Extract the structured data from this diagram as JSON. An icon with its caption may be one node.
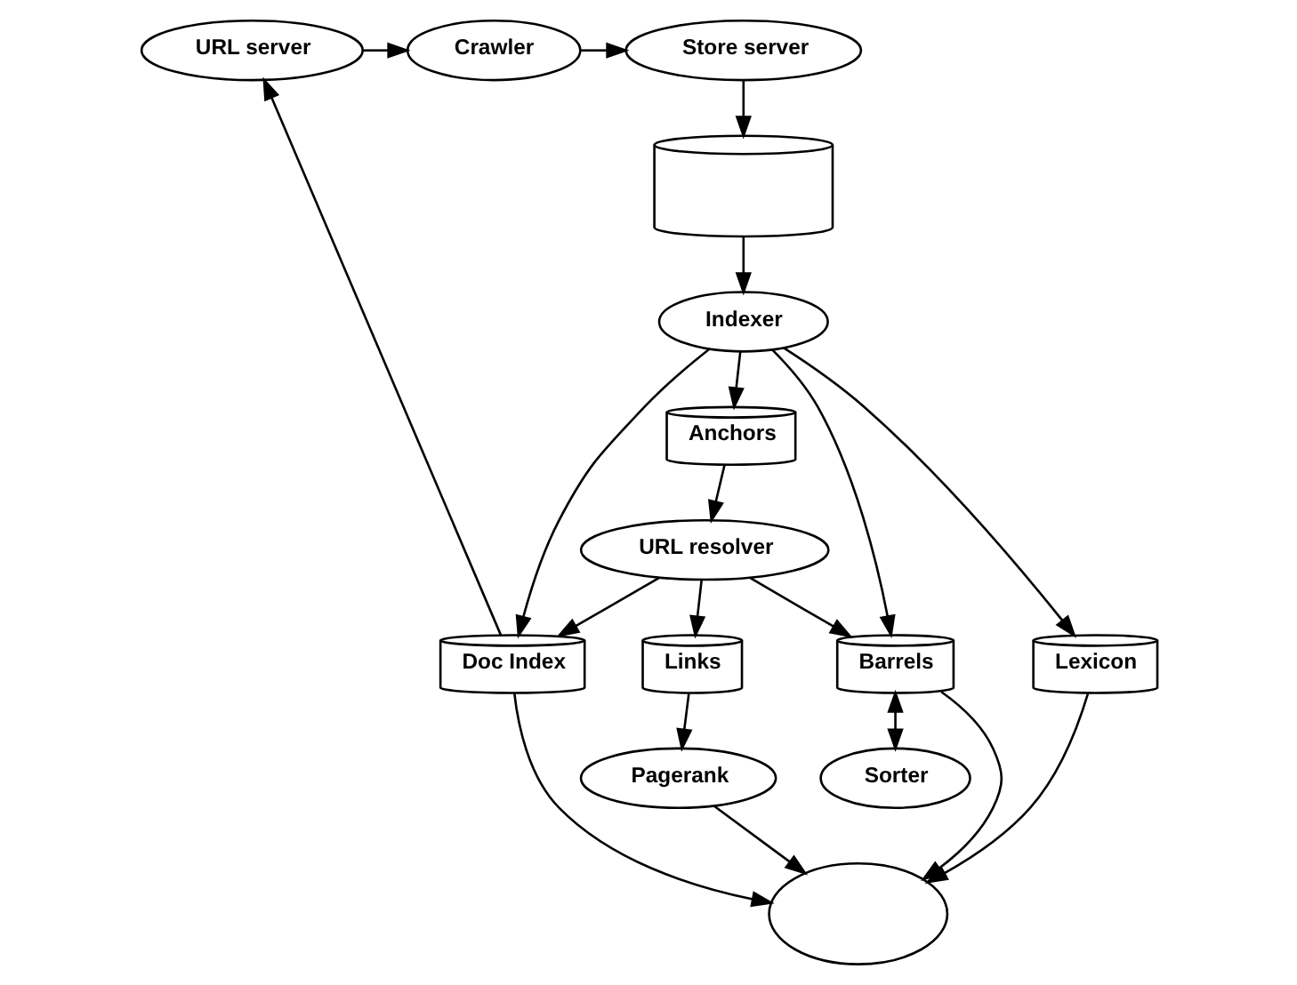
{
  "diagram": {
    "nodes": [
      {
        "text": [
          "URL server"
        ]
      },
      {
        "text": [
          "Crawler"
        ]
      },
      {
        "text": [
          "Store server"
        ]
      },
      {
        "text": [],
        "shape": "cylinder"
      },
      {
        "text": [
          "Anchors"
        ]
      },
      {
        "text": [
          "URL resolver"
        ]
      },
      {
        "text": [
          "Indexer"
        ]
      },
      {
        "text": [
          "Links"
        ]
      },
      {
        "text": [
          "Doc Index"
        ]
      },
      {
        "text": [
          "Barrels"
        ]
      },
      {
        "text": [
          "Lexicon"
        ]
      },
      {
        "text": [
          "Sorter"
        ]
      },
      {
        "text": [
          "Pagerank"
        ]
      },
      {
        "text": [],
        "shape": "ellipse"
      }
    ],
    "edges": [
      {
        "from": 0,
        "to": 1,
        "arrow": "to"
      },
      {
        "from": 1,
        "to": 2,
        "arrow": "to"
      },
      {
        "from": 2,
        "to": 3,
        "arrow": "to"
      },
      {
        "from": 3,
        "to": 6,
        "arrow": "to"
      },
      {
        "from": 6,
        "to": 4,
        "arrow": "to"
      },
      {
        "from": 4,
        "to": 5,
        "arrow": "to"
      },
      {
        "from": 5,
        "to": 7,
        "arrow": "to"
      },
      {
        "from": 5,
        "to": 8,
        "arrow": "to"
      },
      {
        "from": 5,
        "to": 9,
        "arrow": "to"
      },
      {
        "from": 6,
        "to": 8,
        "arrow": "to"
      },
      {
        "from": 6,
        "to": 9,
        "arrow": "to"
      },
      {
        "from": 6,
        "to": 10,
        "arrow": "to"
      },
      {
        "from": 8,
        "to": 0,
        "arrow": "to"
      },
      {
        "from": 9,
        "to": 11,
        "arrow": "both"
      },
      {
        "from": 9,
        "to": 13,
        "arrow": "to"
      },
      {
        "from": 10,
        "to": 13,
        "arrow": "to"
      },
      {
        "from": 7,
        "to": 12,
        "arrow": "to"
      },
      {
        "from": 12,
        "to": 13,
        "arrow": "to"
      },
      {
        "from": 8,
        "to": 13,
        "arrow": "to"
      }
    ]
  }
}
